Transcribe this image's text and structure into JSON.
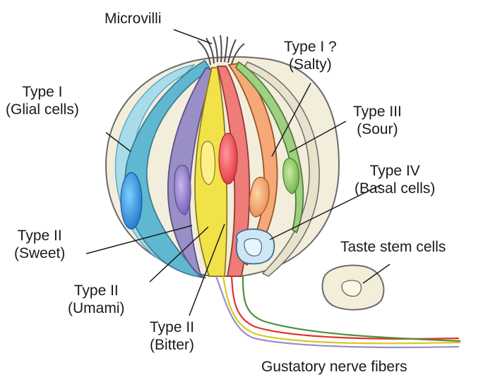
{
  "labels": {
    "microvilli": "Microvilli",
    "type1_salty_line1": "Type I ?",
    "type1_salty_line2": "(Salty)",
    "type1_glial_line1": "Type I",
    "type1_glial_line2": "(Glial cells)",
    "type3_line1": "Type III",
    "type3_line2": "(Sour)",
    "type4_line1": "Type IV",
    "type4_line2": "(Basal cells)",
    "stem_cells": "Taste stem cells",
    "type2_sweet_line1": "Type II",
    "type2_sweet_line2": "(Sweet)",
    "type2_umami_line1": "Type II",
    "type2_umami_line2": "(Umami)",
    "type2_bitter_line1": "Type II",
    "type2_bitter_line2": "(Bitter)",
    "nerve_fibers": "Gustatory nerve fibers"
  },
  "colors": {
    "glial": "#5fb8cf",
    "sweet": "#9a8ec6",
    "umami": "#f2e24a",
    "bitter": "#ef7c77",
    "salty": "#f6a877",
    "sour": "#9fcf80",
    "basal": "#cfe6f5",
    "stem": "#f3eed9",
    "bud_outline": "#f3eddc",
    "fiber_red": "#e0332a",
    "fiber_yellow": "#d9c81e",
    "fiber_green": "#4f8f3a",
    "fiber_purple": "#9a8ec6"
  }
}
